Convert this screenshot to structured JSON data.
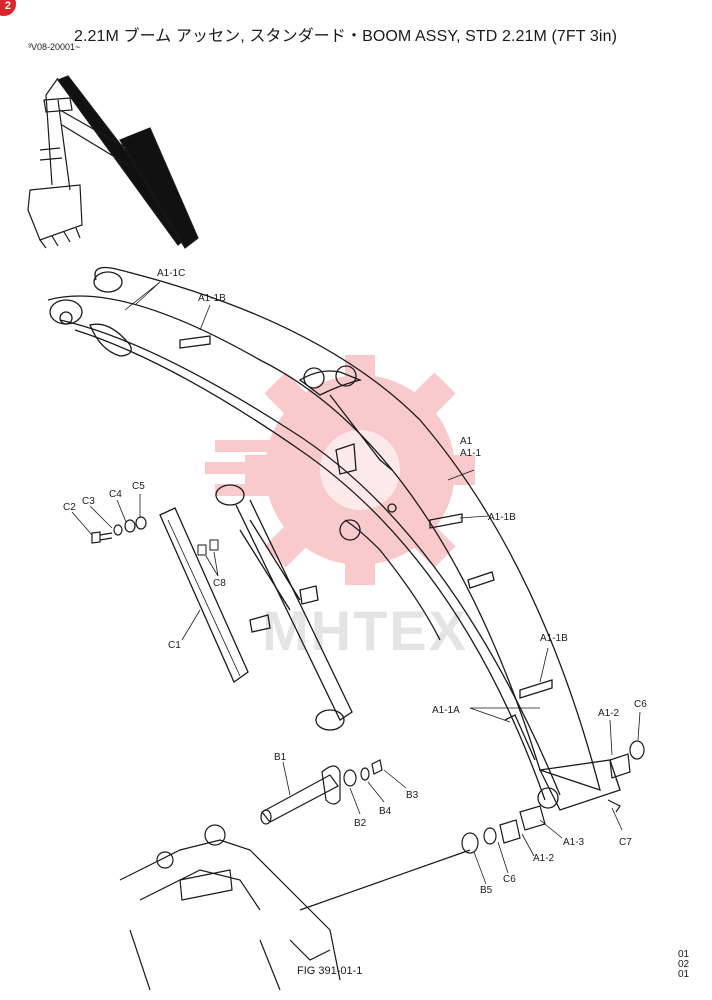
{
  "header": {
    "corner_badge": "2",
    "title": "2.21M ブーム アッセン, スタンダード・BOOM ASSY, STD 2.21M (7FT 3in)",
    "serial": "³V08-20001~"
  },
  "watermark": {
    "text": "MHTEX",
    "color": "#e8434a"
  },
  "labels": {
    "a1_1c": "A1-1C",
    "a1_1b_top": "A1-1B",
    "a1": "A1",
    "a1_1": "A1-1",
    "a1_1b_mid": "A1-1B",
    "a1_1b_low": "A1-1B",
    "a1_1a": "A1-1A",
    "a1_2_right": "A1-2",
    "c6_right": "C6",
    "c7": "C7",
    "a1_3": "A1-3",
    "a1_2_bottom": "A1-2",
    "c6_bottom": "C6",
    "b5": "B5",
    "b1": "B1",
    "b2": "B2",
    "b4": "B4",
    "b3": "B3",
    "c1": "C1",
    "c8": "C8",
    "c2": "C2",
    "c3": "C3",
    "c4": "C4",
    "c5": "C5"
  },
  "footer": {
    "figure": "FIG 391-01-1",
    "page_lines": [
      "01",
      "02",
      "01"
    ]
  }
}
